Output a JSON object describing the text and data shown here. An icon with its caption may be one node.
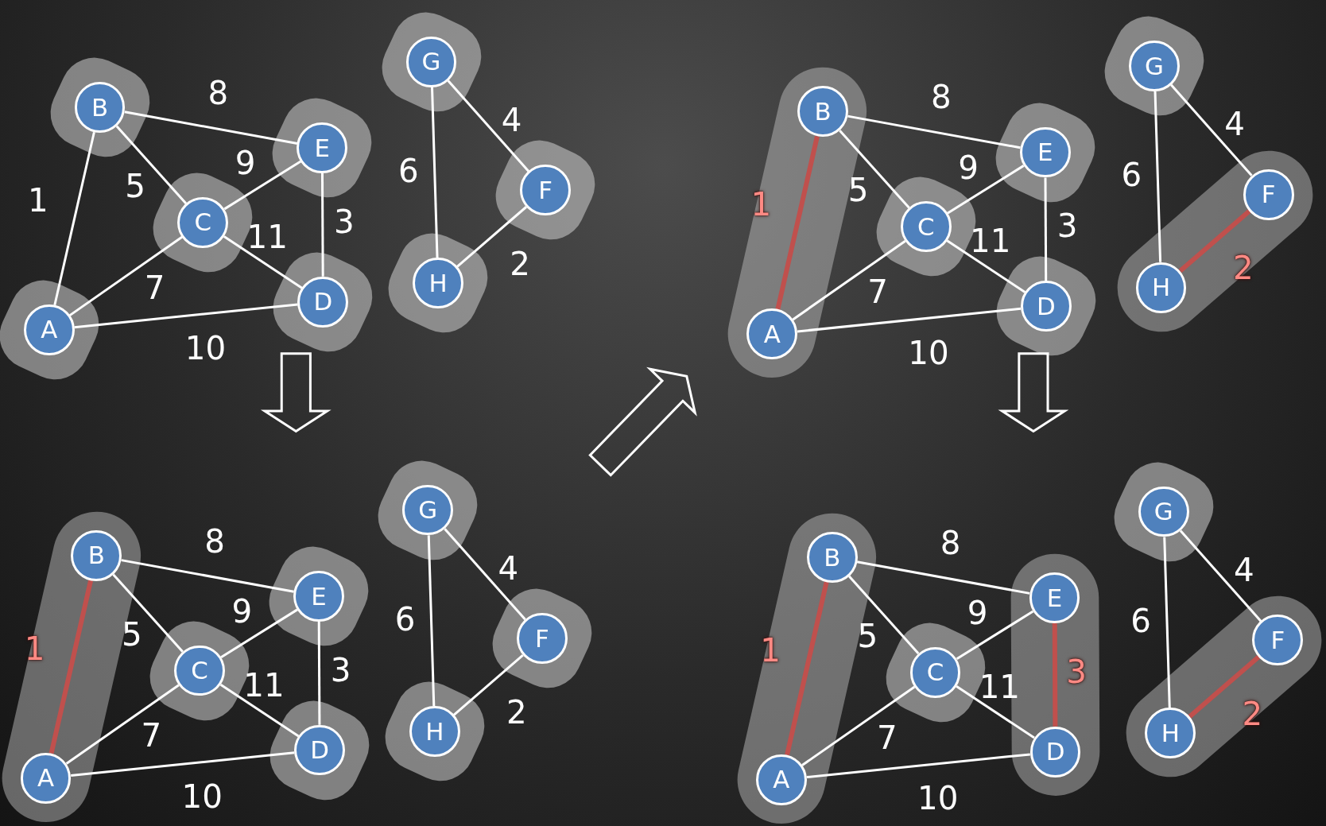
{
  "diagram": {
    "nodes": [
      {
        "text": [],
        "shape": "blob"
      },
      {
        "text": [
          "A"
        ],
        "in": 0
      },
      {
        "text": [],
        "shape": "blob"
      },
      {
        "text": [
          "B"
        ],
        "in": 2
      },
      {
        "text": [],
        "shape": "blob"
      },
      {
        "text": [
          "C"
        ],
        "in": 4
      },
      {
        "text": [],
        "shape": "blob"
      },
      {
        "text": [
          "D"
        ],
        "in": 6
      },
      {
        "text": [],
        "shape": "blob"
      },
      {
        "text": [
          "E"
        ],
        "in": 8
      },
      {
        "text": [],
        "shape": "blob"
      },
      {
        "text": [
          "F"
        ],
        "in": 10
      },
      {
        "text": [],
        "shape": "blob"
      },
      {
        "text": [
          "G"
        ],
        "in": 12
      },
      {
        "text": [],
        "shape": "blob"
      },
      {
        "text": [
          "H"
        ],
        "in": 14
      },
      {
        "text": [],
        "shape": "blob"
      },
      {
        "text": [
          "A"
        ],
        "in": 16
      },
      {
        "text": [
          "B"
        ],
        "in": 16
      },
      {
        "text": [],
        "shape": "blob"
      },
      {
        "text": [
          "C"
        ],
        "in": 19
      },
      {
        "text": [],
        "shape": "blob"
      },
      {
        "text": [
          "D"
        ],
        "in": 21
      },
      {
        "text": [],
        "shape": "blob"
      },
      {
        "text": [
          "E"
        ],
        "in": 23
      },
      {
        "text": [],
        "shape": "blob"
      },
      {
        "text": [
          "F"
        ],
        "in": 25
      },
      {
        "text": [
          "H"
        ],
        "in": 25
      },
      {
        "text": [],
        "shape": "blob"
      },
      {
        "text": [
          "G"
        ],
        "in": 28
      },
      {
        "text": [],
        "shape": "blob"
      },
      {
        "text": [
          "A"
        ],
        "in": 30
      },
      {
        "text": [
          "B"
        ],
        "in": 30
      },
      {
        "text": [],
        "shape": "blob"
      },
      {
        "text": [
          "C"
        ],
        "in": 33
      },
      {
        "text": [],
        "shape": "blob"
      },
      {
        "text": [
          "D"
        ],
        "in": 35
      },
      {
        "text": [],
        "shape": "blob"
      },
      {
        "text": [
          "E"
        ],
        "in": 37
      },
      {
        "text": [],
        "shape": "blob"
      },
      {
        "text": [
          "F"
        ],
        "in": 39
      },
      {
        "text": [],
        "shape": "blob"
      },
      {
        "text": [
          "G"
        ],
        "in": 41
      },
      {
        "text": [],
        "shape": "blob"
      },
      {
        "text": [
          "H"
        ],
        "in": 43
      },
      {
        "text": [],
        "shape": "blob"
      },
      {
        "text": [
          "A"
        ],
        "in": 45
      },
      {
        "text": [
          "B"
        ],
        "in": 45
      },
      {
        "text": [],
        "shape": "blob"
      },
      {
        "text": [
          "C"
        ],
        "in": 48
      },
      {
        "text": [],
        "shape": "blob"
      },
      {
        "text": [
          "D"
        ],
        "in": 50
      },
      {
        "text": [
          "E"
        ],
        "in": 50
      },
      {
        "text": [],
        "shape": "blob"
      },
      {
        "text": [
          "F"
        ],
        "in": 53
      },
      {
        "text": [
          "H"
        ],
        "in": 53
      },
      {
        "text": [],
        "shape": "blob"
      },
      {
        "text": [
          "G"
        ],
        "in": 56
      }
    ],
    "edges": [
      {
        "from": 1,
        "to": 3,
        "arrow": "none",
        "label": "1"
      },
      {
        "from": 3,
        "to": 9,
        "arrow": "none",
        "label": "8"
      },
      {
        "from": 3,
        "to": 5,
        "arrow": "none",
        "label": "5"
      },
      {
        "from": 5,
        "to": 9,
        "arrow": "none",
        "label": "9"
      },
      {
        "from": 5,
        "to": 7,
        "arrow": "none",
        "label": "11"
      },
      {
        "from": 9,
        "to": 7,
        "arrow": "none",
        "label": "3"
      },
      {
        "from": 1,
        "to": 5,
        "arrow": "none",
        "label": "7"
      },
      {
        "from": 1,
        "to": 7,
        "arrow": "none",
        "label": "10"
      },
      {
        "from": 13,
        "to": 15,
        "arrow": "none",
        "label": "6"
      },
      {
        "from": 13,
        "to": 11,
        "arrow": "none",
        "label": "4"
      },
      {
        "from": 11,
        "to": 15,
        "arrow": "none",
        "label": "2"
      },
      {
        "from": 17,
        "to": 18,
        "arrow": "none",
        "label": "1",
        "style": "thick",
        "color": "#c0504d"
      },
      {
        "from": 18,
        "to": 24,
        "arrow": "none",
        "label": "8"
      },
      {
        "from": 18,
        "to": 20,
        "arrow": "none",
        "label": "5"
      },
      {
        "from": 20,
        "to": 24,
        "arrow": "none",
        "label": "9"
      },
      {
        "from": 20,
        "to": 22,
        "arrow": "none",
        "label": "11"
      },
      {
        "from": 24,
        "to": 22,
        "arrow": "none",
        "label": "3"
      },
      {
        "from": 17,
        "to": 20,
        "arrow": "none",
        "label": "7"
      },
      {
        "from": 17,
        "to": 22,
        "arrow": "none",
        "label": "10"
      },
      {
        "from": 29,
        "to": 27,
        "arrow": "none",
        "label": "6"
      },
      {
        "from": 29,
        "to": 26,
        "arrow": "none",
        "label": "4"
      },
      {
        "from": 26,
        "to": 27,
        "arrow": "none",
        "label": "2",
        "style": "thick",
        "color": "#c0504d"
      },
      {
        "from": 31,
        "to": 32,
        "arrow": "none",
        "label": "1",
        "style": "thick",
        "color": "#c0504d"
      },
      {
        "from": 32,
        "to": 38,
        "arrow": "none",
        "label": "8"
      },
      {
        "from": 32,
        "to": 34,
        "arrow": "none",
        "label": "5"
      },
      {
        "from": 34,
        "to": 38,
        "arrow": "none",
        "label": "9"
      },
      {
        "from": 34,
        "to": 36,
        "arrow": "none",
        "label": "11"
      },
      {
        "from": 38,
        "to": 36,
        "arrow": "none",
        "label": "3"
      },
      {
        "from": 31,
        "to": 34,
        "arrow": "none",
        "label": "7"
      },
      {
        "from": 31,
        "to": 36,
        "arrow": "none",
        "label": "10"
      },
      {
        "from": 42,
        "to": 44,
        "arrow": "none",
        "label": "6"
      },
      {
        "from": 42,
        "to": 40,
        "arrow": "none",
        "label": "4"
      },
      {
        "from": 40,
        "to": 44,
        "arrow": "none",
        "label": "2"
      },
      {
        "from": 46,
        "to": 47,
        "arrow": "none",
        "label": "1",
        "style": "thick",
        "color": "#c0504d"
      },
      {
        "from": 47,
        "to": 52,
        "arrow": "none",
        "label": "8"
      },
      {
        "from": 47,
        "to": 49,
        "arrow": "none",
        "label": "5"
      },
      {
        "from": 49,
        "to": 52,
        "arrow": "none",
        "label": "9"
      },
      {
        "from": 49,
        "to": 51,
        "arrow": "none",
        "label": "11"
      },
      {
        "from": 52,
        "to": 51,
        "arrow": "none",
        "label": "3",
        "style": "thick",
        "color": "#c0504d"
      },
      {
        "from": 46,
        "to": 49,
        "arrow": "none",
        "label": "7"
      },
      {
        "from": 46,
        "to": 51,
        "arrow": "none",
        "label": "10"
      },
      {
        "from": 57,
        "to": 55,
        "arrow": "none",
        "label": "6"
      },
      {
        "from": 57,
        "to": 54,
        "arrow": "none",
        "label": "4"
      },
      {
        "from": 54,
        "to": 55,
        "arrow": "none",
        "label": "2",
        "style": "thick",
        "color": "#c0504d"
      }
    ]
  }
}
